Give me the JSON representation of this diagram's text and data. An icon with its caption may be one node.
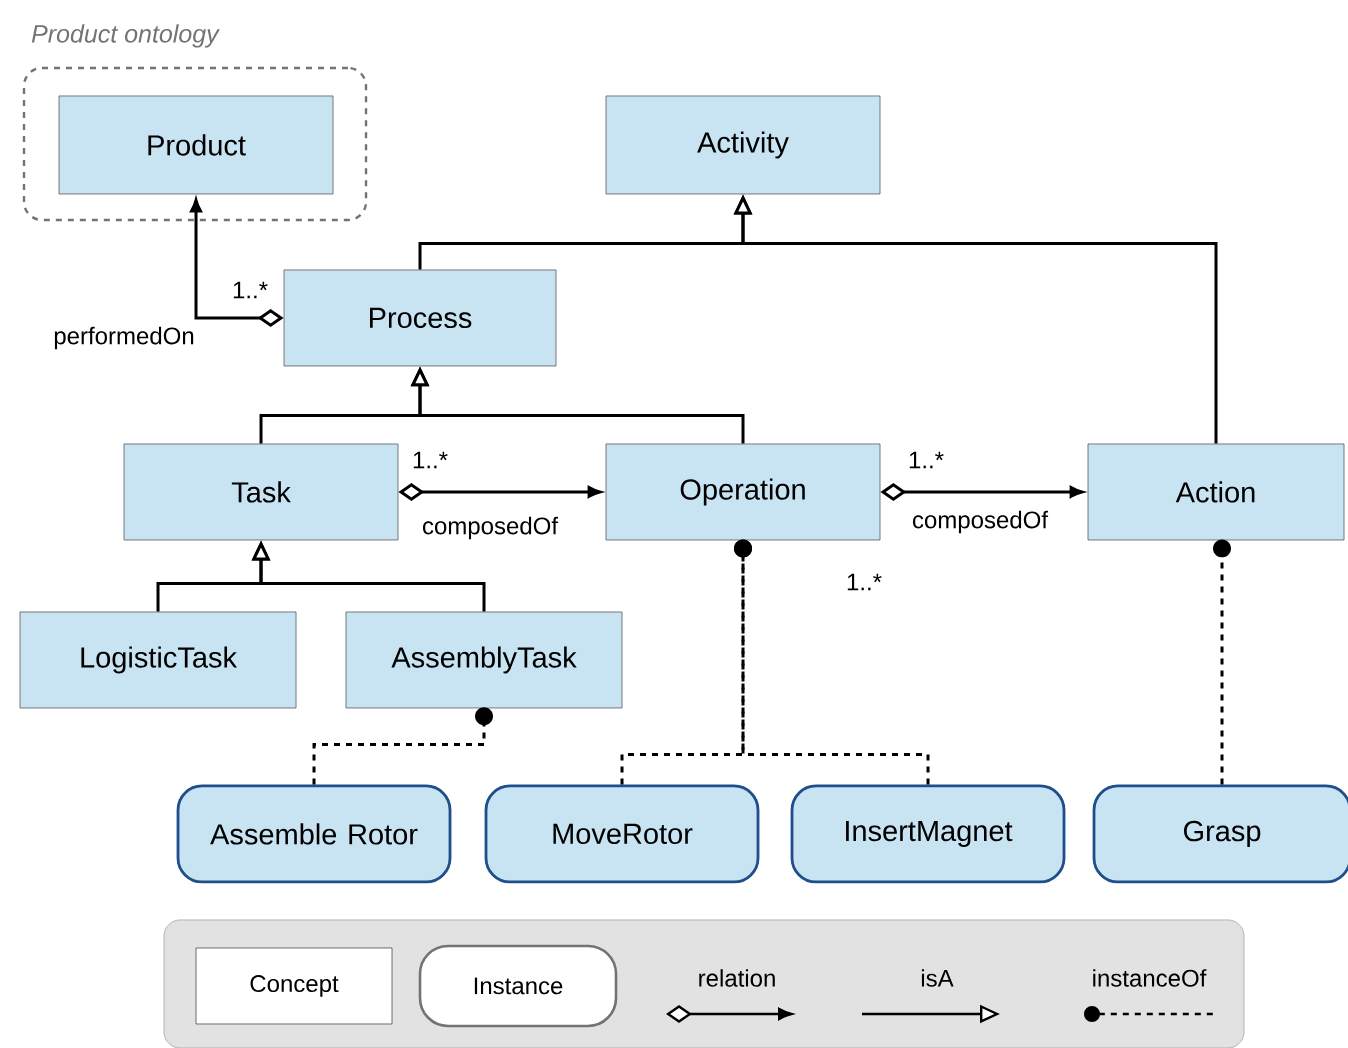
{
  "diagram": {
    "nodes": [
      {
        "text": [
          "Product ontology"
        ]
      },
      {
        "text": [
          "Product"
        ],
        "in": 0
      },
      {
        "text": [
          "Activity"
        ]
      },
      {
        "text": [
          "Process"
        ]
      },
      {
        "text": [
          "Task"
        ]
      },
      {
        "text": [
          "Operation"
        ]
      },
      {
        "text": [
          "Action"
        ]
      },
      {
        "text": [
          "LogisticTask"
        ]
      },
      {
        "text": [
          "AssemblyTask"
        ]
      },
      {
        "text": [
          "Assemble Rotor"
        ]
      },
      {
        "text": [
          "MoveRotor"
        ]
      },
      {
        "text": [
          "InsertMagnet"
        ]
      },
      {
        "text": [
          "Grasp"
        ]
      }
    ],
    "edges": [
      {
        "from": 3,
        "to": 1,
        "arrow": "to",
        "label": "performedOn"
      },
      {
        "from": 3,
        "to": 2,
        "arrow": "to"
      },
      {
        "from": 6,
        "to": 2,
        "arrow": "to"
      },
      {
        "from": 4,
        "to": 3,
        "arrow": "to"
      },
      {
        "from": 5,
        "to": 3,
        "arrow": "to"
      },
      {
        "from": 4,
        "to": 5,
        "arrow": "to",
        "label": "composedOf"
      },
      {
        "from": 5,
        "to": 6,
        "arrow": "to",
        "label": "composedOf"
      },
      {
        "from": 7,
        "to": 4,
        "arrow": "to"
      },
      {
        "from": 8,
        "to": 4,
        "arrow": "to"
      },
      {
        "from": 9,
        "to": 8,
        "arrow": "other",
        "style": "dashed"
      },
      {
        "from": 10,
        "to": 5,
        "arrow": "other",
        "style": "dashed"
      },
      {
        "from": 11,
        "to": 5,
        "arrow": "other",
        "style": "dashed"
      },
      {
        "from": 12,
        "to": 6,
        "arrow": "other",
        "style": "dashed"
      }
    ],
    "labels": [
      "1..*",
      "1..*",
      "1..*",
      "1..*"
    ],
    "legend": [
      {
        "text": "Concept"
      },
      {
        "text": "Instance"
      },
      {
        "text": "relation"
      },
      {
        "text": "isA"
      },
      {
        "text": "instanceOf"
      }
    ]
  }
}
